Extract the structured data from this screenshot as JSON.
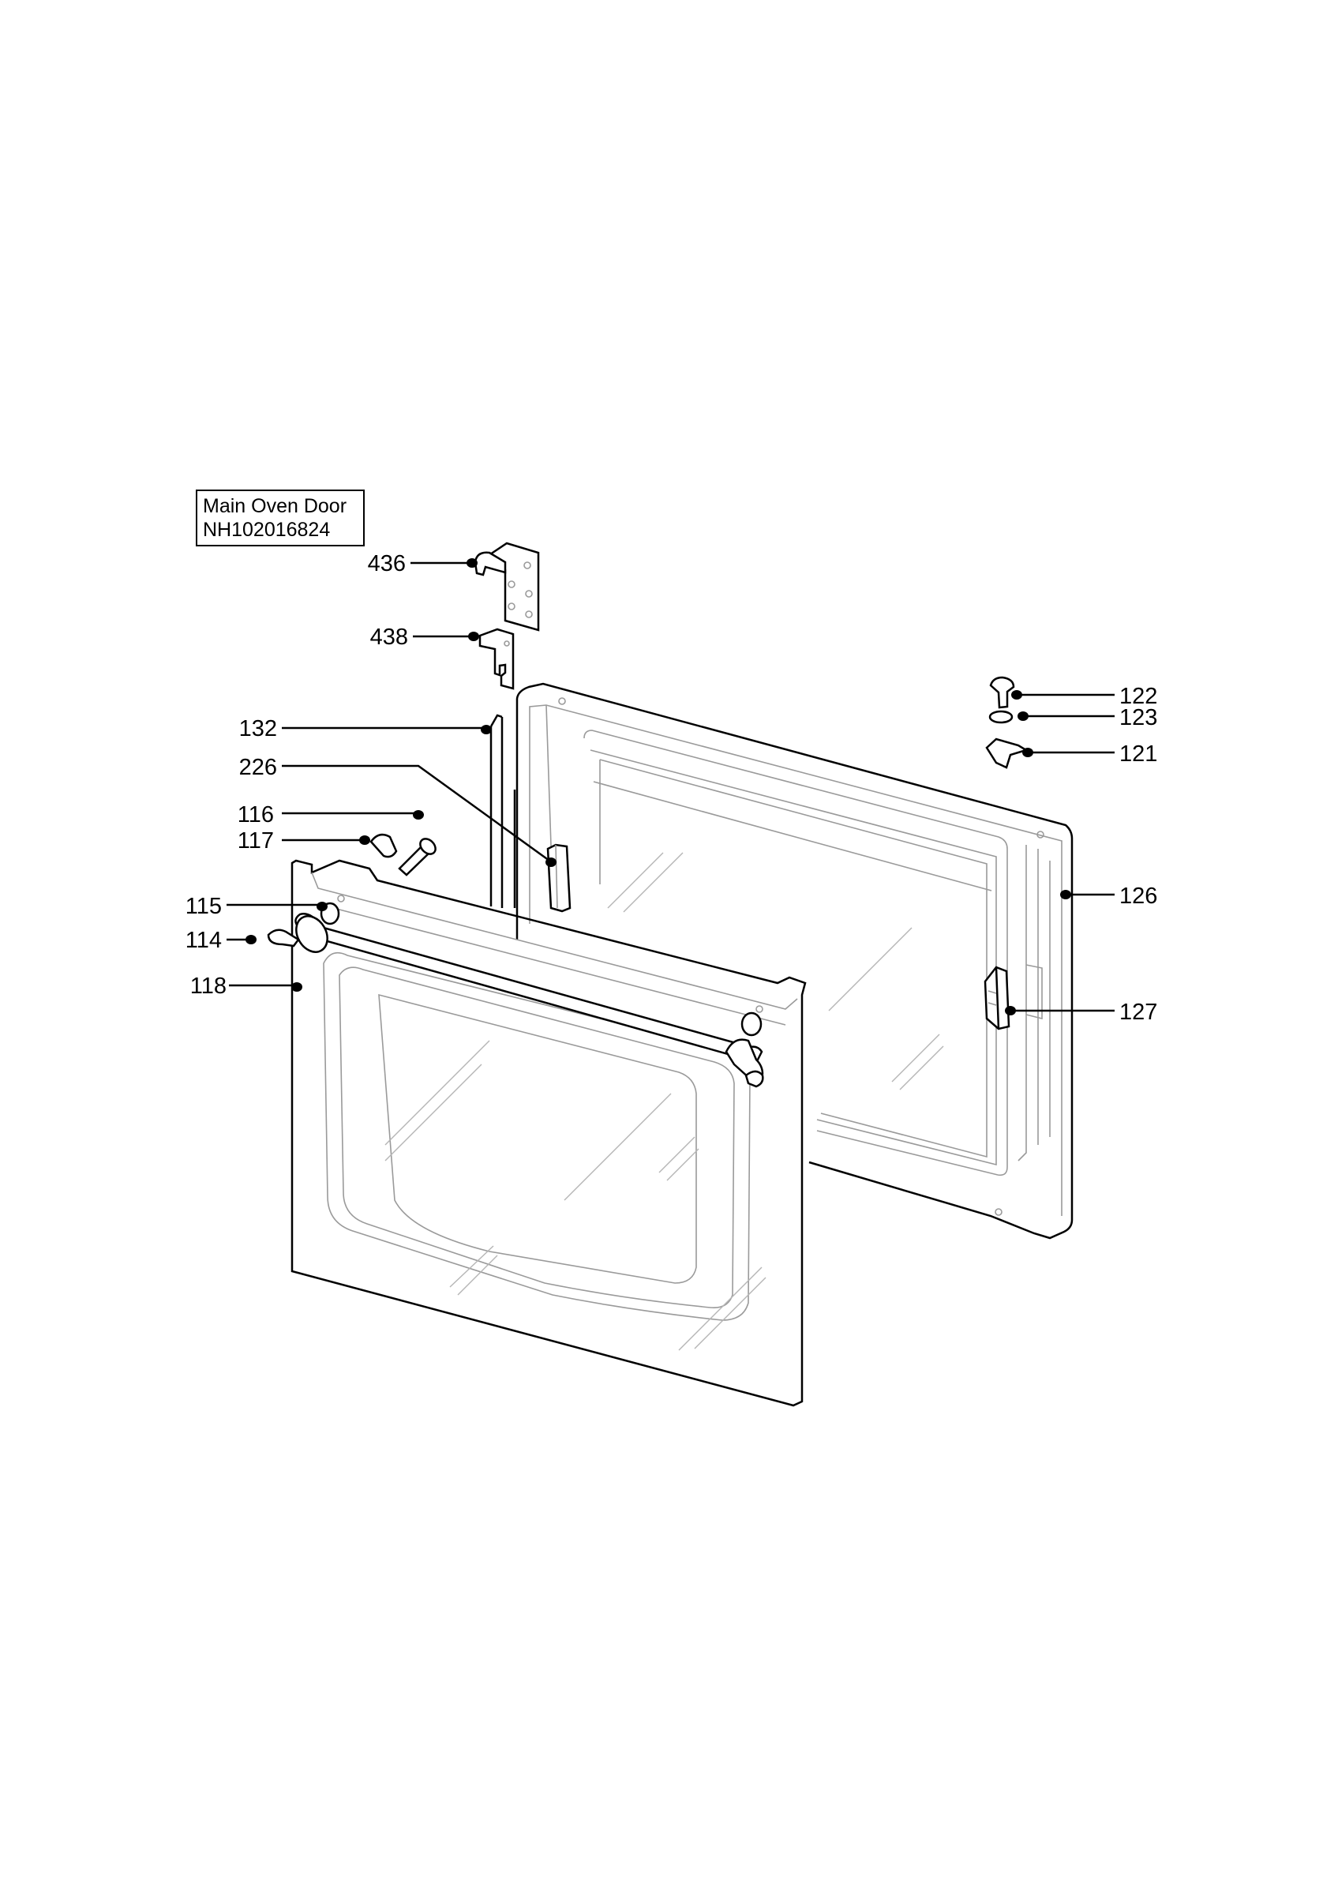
{
  "title": {
    "line1": "Main Oven Door",
    "line2": "NH102016824"
  },
  "callouts": [
    {
      "label": "436"
    },
    {
      "label": "438"
    },
    {
      "label": "132"
    },
    {
      "label": "226"
    },
    {
      "label": "116"
    },
    {
      "label": "117"
    },
    {
      "label": "115"
    },
    {
      "label": "114"
    },
    {
      "label": "118"
    },
    {
      "label": "122"
    },
    {
      "label": "123"
    },
    {
      "label": "121"
    },
    {
      "label": "126"
    },
    {
      "label": "127"
    }
  ]
}
